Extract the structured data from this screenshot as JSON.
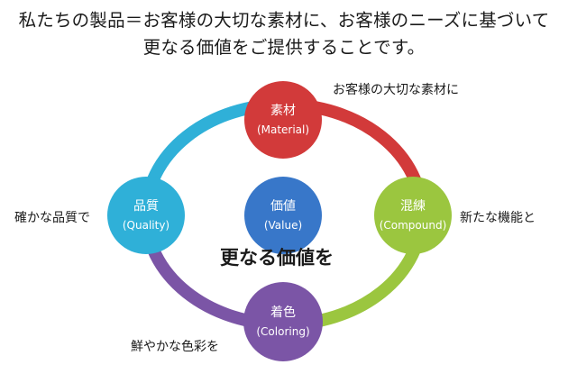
{
  "headline": {
    "line1": "私たちの製品＝お客様の大切な素材に、お客様のニーズに基づいて",
    "line2": "更なる価値をご提供することです。"
  },
  "center": {
    "jp": "価値",
    "en": "(Value)",
    "color": "#3877c9"
  },
  "nodes": {
    "material": {
      "jp": "素材",
      "en": "(Material)",
      "color": "#d23a3a",
      "note": "お客様の大切な素材に"
    },
    "compound": {
      "jp": "混練",
      "en": "(Compound)",
      "color": "#9bc63f",
      "note": "新たな機能と"
    },
    "coloring": {
      "jp": "着色",
      "en": "(Coloring)",
      "color": "#7b55a6",
      "note": "鮮やかな色彩を"
    },
    "quality": {
      "jp": "品質",
      "en": "(Quality)",
      "color": "#2fb0d8",
      "note": "確かな品質で"
    }
  },
  "center_caption": "更なる価値を"
}
